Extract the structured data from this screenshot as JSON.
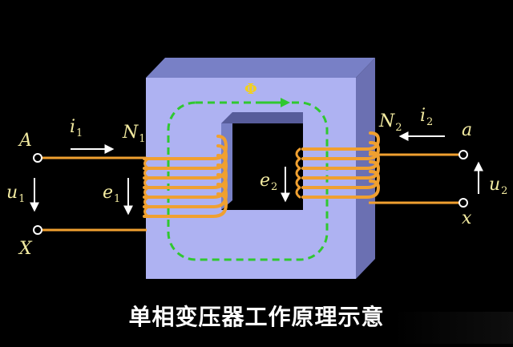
{
  "colors": {
    "background": "#000000",
    "core_front": "#aeb2f2",
    "core_top": "#7880c6",
    "core_side": "#6e74b8",
    "winding": "#f0a030",
    "flux_line": "#30c830",
    "label": "#f2eaa0",
    "arrow": "#ffffff"
  },
  "labels": {
    "terminal_A": "A",
    "terminal_X": "X",
    "terminal_a": "a",
    "terminal_x": "x",
    "current_primary": "i",
    "current_primary_sub": "1",
    "current_secondary": "i",
    "current_secondary_sub": "2",
    "turns_primary": "N",
    "turns_primary_sub": "1",
    "turns_secondary": "N",
    "turns_secondary_sub": "2",
    "voltage_primary": "u",
    "voltage_primary_sub": "1",
    "voltage_secondary": "u",
    "voltage_secondary_sub": "2",
    "emf_primary": "e",
    "emf_primary_sub": "1",
    "emf_secondary": "e",
    "emf_secondary_sub": "2",
    "flux": "Φ"
  },
  "caption": "单相变压器工作原理示意"
}
